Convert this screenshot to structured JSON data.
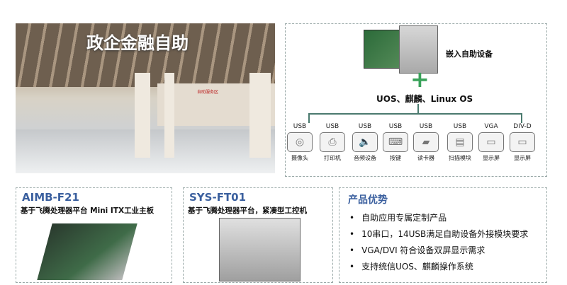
{
  "photo": {
    "title": "政企金融自助",
    "sign": "自助服务区"
  },
  "devices_panel": {
    "embedded_label": "嵌入自助设备",
    "plus": "+",
    "os_label": "UOS、麒麟、Linux OS",
    "devices": [
      {
        "port": "USB",
        "name": "摄像头",
        "icon": "camera-icon",
        "glyph": "◎"
      },
      {
        "port": "USB",
        "name": "打印机",
        "icon": "printer-icon",
        "glyph": "⎙"
      },
      {
        "port": "USB",
        "name": "音频设备",
        "icon": "speaker-icon",
        "glyph": "🔈"
      },
      {
        "port": "USB",
        "name": "按键",
        "icon": "keyboard-icon",
        "glyph": "⌨"
      },
      {
        "port": "USB",
        "name": "读卡器",
        "icon": "card-reader-icon",
        "glyph": "▰"
      },
      {
        "port": "USB",
        "name": "扫描模块",
        "icon": "scanner-icon",
        "glyph": "▤"
      },
      {
        "port": "VGA",
        "name": "显示屏",
        "icon": "monitor-icon",
        "glyph": "▭"
      },
      {
        "port": "DIV-D",
        "name": "显示屏",
        "icon": "monitor-icon",
        "glyph": "▭"
      }
    ]
  },
  "products": [
    {
      "name": "AIMB-F21",
      "desc": "基于飞腾处理器平台 Mini ITX工业主板"
    },
    {
      "name": "SYS-FT01",
      "desc": "基于飞腾处理器平台，紧凑型工控机"
    }
  ],
  "advantages": {
    "title": "产品优势",
    "items": [
      "自助应用专属定制产品",
      "10串口，14USB满足自助设备外接模块要求",
      "VGA/DVI 符合设备双屏显示需求",
      "支持统信UOS、麒麟操作系统"
    ]
  },
  "colors": {
    "accent": "#3a5f9e",
    "line": "#4a7a6e",
    "plus": "#3aa25a"
  }
}
